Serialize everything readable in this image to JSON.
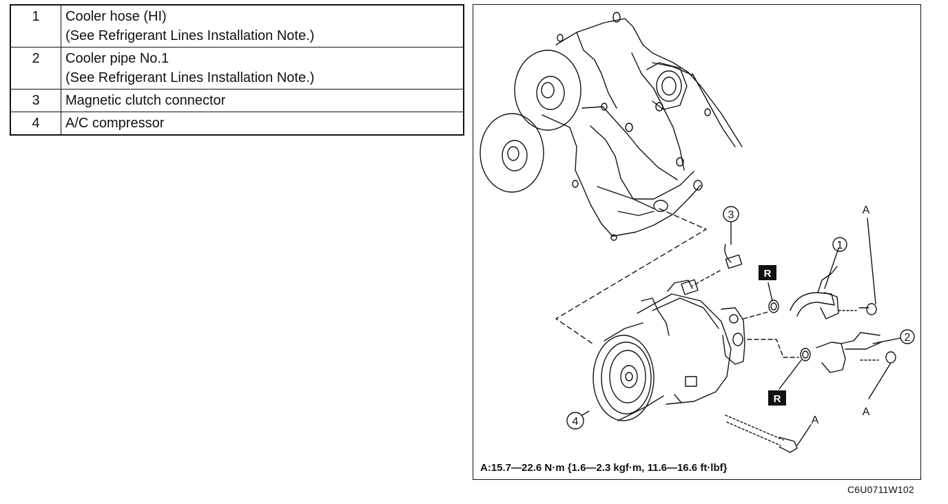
{
  "parts": [
    {
      "no": "1",
      "lines": [
        "Cooler hose (HI)",
        "(See Refrigerant Lines Installation Note.)"
      ]
    },
    {
      "no": "2",
      "lines": [
        "Cooler pipe No.1",
        "(See Refrigerant Lines Installation Note.)"
      ]
    },
    {
      "no": "3",
      "lines": [
        "Magnetic clutch connector"
      ]
    },
    {
      "no": "4",
      "lines": [
        "A/C compressor"
      ]
    }
  ],
  "figure": {
    "callouts": [
      "1",
      "2",
      "3",
      "4"
    ],
    "replace_mark": "R",
    "torque_mark": "A",
    "torque_note": "A:15.7—22.6 N·m {1.6—2.3 kgf·m, 11.6—16.6 ft·lbf}",
    "code": "C6U0711W102"
  }
}
